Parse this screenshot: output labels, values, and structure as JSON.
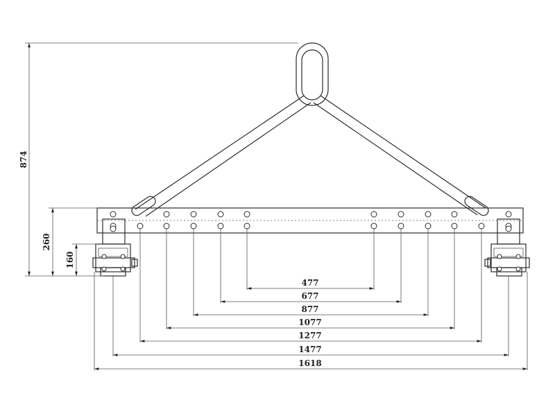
{
  "dimensions": {
    "horizontal": [
      "477",
      "677",
      "877",
      "1077",
      "1277",
      "1477",
      "1618"
    ],
    "vertical": [
      "874",
      "260",
      "160"
    ]
  }
}
